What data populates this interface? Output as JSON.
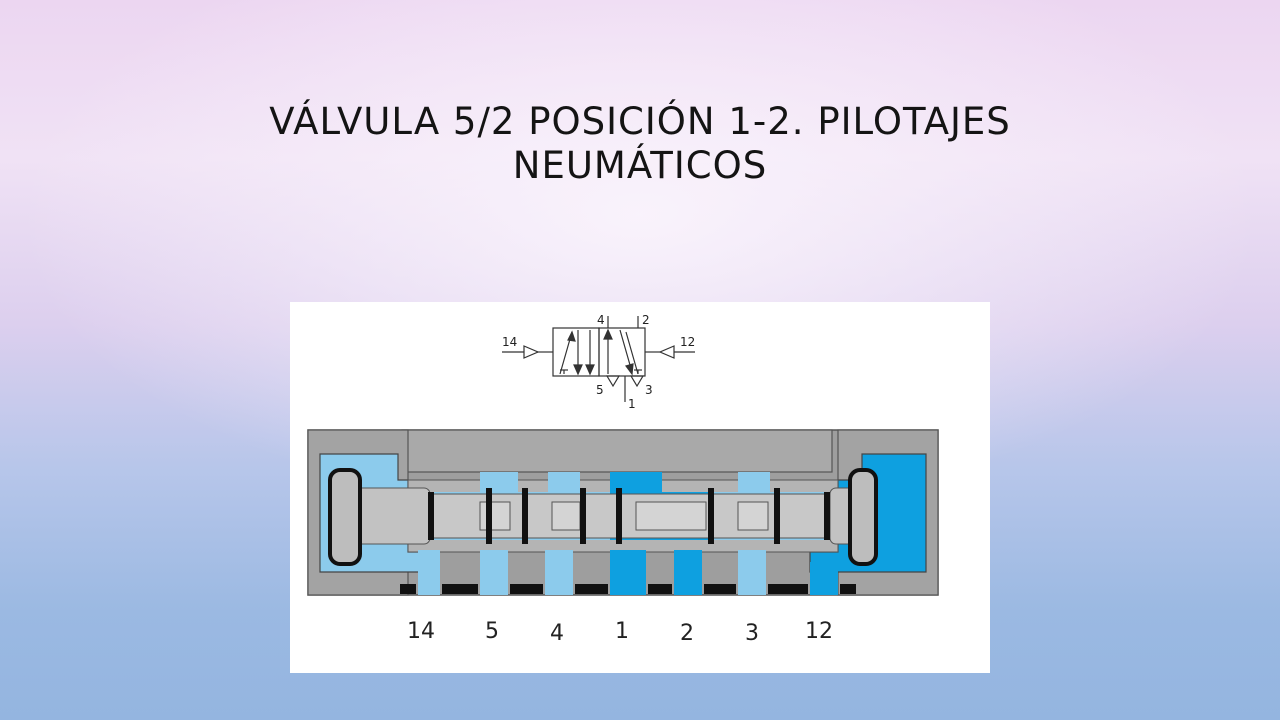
{
  "title": "VÁLVULA 5/2 POSICIÓN 1-2. PILOTAJES NEUMÁTICOS",
  "symbol": {
    "pilot_left": "14",
    "pilot_right": "12",
    "port_4": "4",
    "port_2": "2",
    "port_5": "5",
    "port_3": "3",
    "port_1": "1"
  },
  "ports": [
    "14",
    "5",
    "4",
    "1",
    "2",
    "3",
    "12"
  ],
  "colors": {
    "pressure": "#0ea0e0",
    "exhaust": "#8ccbec",
    "body": "#a8a8a8",
    "spool": "#c8c8c8"
  }
}
